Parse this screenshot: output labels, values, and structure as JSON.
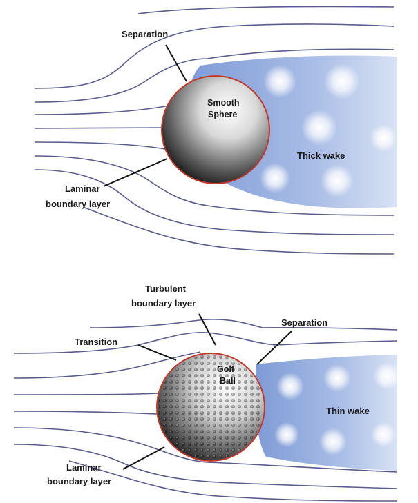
{
  "top_panel": {
    "separation_label": "Separation",
    "ball_label_line1": "Smooth",
    "ball_label_line2": "Sphere",
    "wake_label": "Thick wake",
    "laminar_label_line1": "Laminar",
    "laminar_label_line2": "boundary layer"
  },
  "bottom_panel": {
    "turbulent_label_line1": "Turbulent",
    "turbulent_label_line2": "boundary layer",
    "transition_label": "Transition",
    "separation_label": "Separation",
    "ball_label_line1": "Golf",
    "ball_label_line2": "Ball",
    "wake_label": "Thin wake",
    "laminar_label_line1": "Laminar",
    "laminar_label_line2": "boundary layer"
  },
  "colors": {
    "streamline": "#5a5c8c",
    "wake_blue": "#8fa9dc",
    "sphere_edge": "#c0392b"
  }
}
